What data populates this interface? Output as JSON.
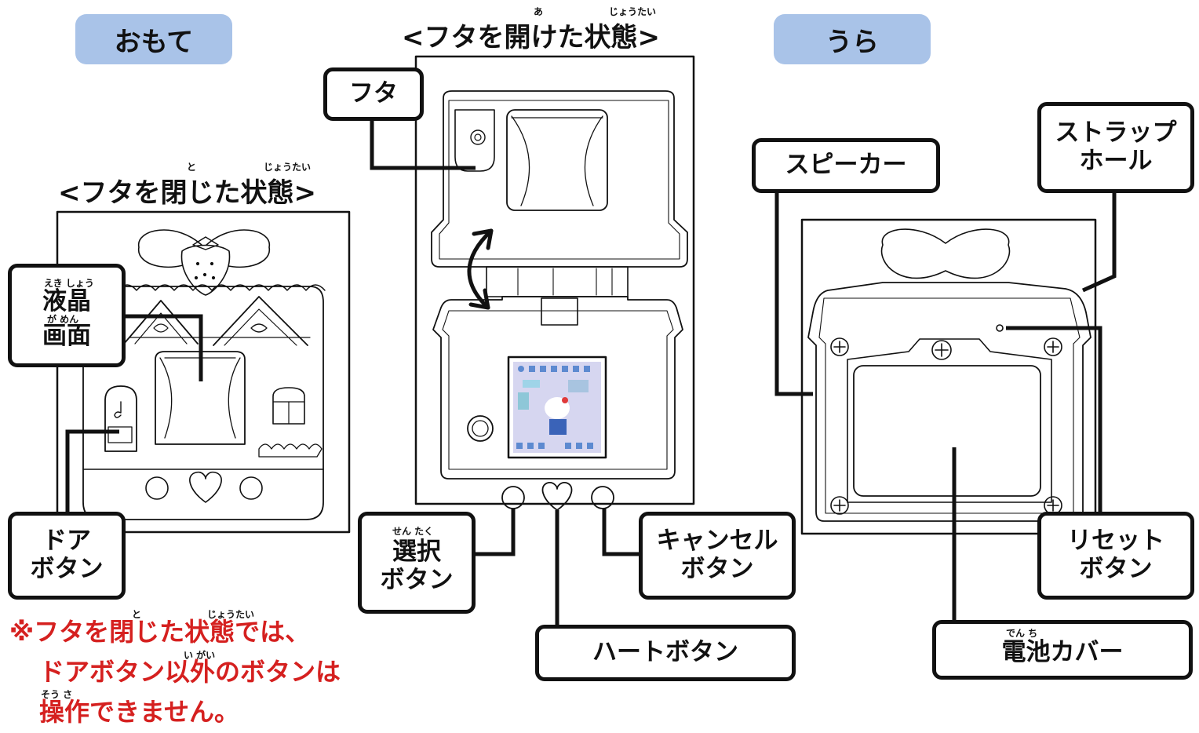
{
  "headers": {
    "front": "おもて",
    "back": "うら",
    "open_state": "<フタを開けた状態>",
    "closed_state": "<フタを閉じた状態>"
  },
  "ruby": {
    "open_a": "あ",
    "open_joutai": "じょうたい",
    "closed_to": "と",
    "closed_joutai": "じょうたい",
    "ekishou": "えき しょう",
    "gamen": "が めん",
    "sentaku": "せん たく",
    "denchi": "でん ち",
    "note_to": "と",
    "note_joutai": "じょうたい",
    "note_igai": "い がい",
    "note_sousa": "そう さ"
  },
  "callouts": {
    "futa": [
      "フタ"
    ],
    "lcd": [
      "液晶",
      "画面"
    ],
    "door": [
      "ドア",
      "ボタン"
    ],
    "select": [
      "選択",
      "ボタン"
    ],
    "heart": [
      "ハートボタン"
    ],
    "cancel": [
      "キャンセル",
      "ボタン"
    ],
    "speaker": [
      "スピーカー"
    ],
    "strap": [
      "ストラップ",
      "ホール"
    ],
    "reset": [
      "リセット",
      "ボタン"
    ],
    "battery": [
      "電池カバー"
    ]
  },
  "note": {
    "line1": "※フタを閉じた状態では、",
    "line2": "ドアボタン以外のボタンは",
    "line3": "操作できません。"
  },
  "colors": {
    "header_pill": "#a9c3e8",
    "note_text": "#d5201f",
    "outline": "#111111",
    "screen_bg": "#d6d6f0"
  }
}
